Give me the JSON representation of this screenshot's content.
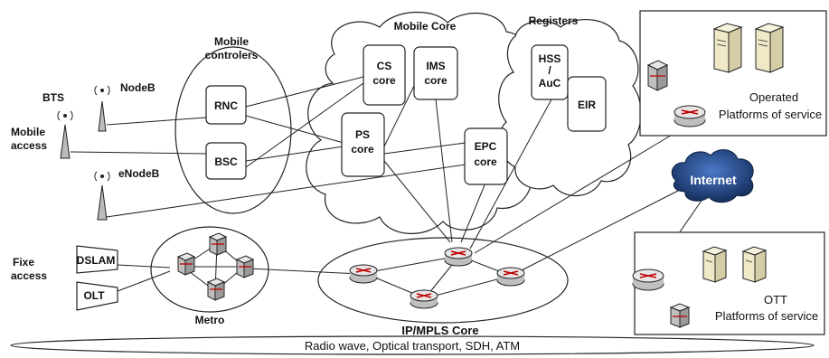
{
  "labels": {
    "mobile_core": "Mobile Core",
    "registers": "Registers",
    "mobile_controllers_1": "Mobile",
    "mobile_controllers_2": "controlers",
    "bts": "BTS",
    "nodeb": "NodeB",
    "enodeb": "eNodeB",
    "mobile_access_1": "Mobile",
    "mobile_access_2": "access",
    "rnc": "RNC",
    "bsc": "BSC",
    "cs_core_1": "CS",
    "cs_core_2": "core",
    "ims_core_1": "IMS",
    "ims_core_2": "core",
    "ps_core_1": "PS",
    "ps_core_2": "core",
    "epc_core_1": "EPC",
    "epc_core_2": "core",
    "hss_1": "HSS",
    "hss_2": "/",
    "hss_3": "AuC",
    "eir": "EIR",
    "operated_1": "Operated",
    "operated_2": "Platforms of service",
    "internet": "Internet",
    "ott_1": "OTT",
    "ott_2": "Platforms of service",
    "fixe_access_1": "Fixe",
    "fixe_access_2": "access",
    "dslam": "DSLAM",
    "olt": "OLT",
    "metro": "Metro",
    "ip_mpls_core": "IP/MPLS Core",
    "transport": "Radio wave, Optical transport, SDH, ATM"
  },
  "colors": {
    "router_body": "#d9d9d9",
    "router_arrows": "#c00000",
    "internet_cloud": "#1f3f7a",
    "server_body": "#efe9c8"
  }
}
